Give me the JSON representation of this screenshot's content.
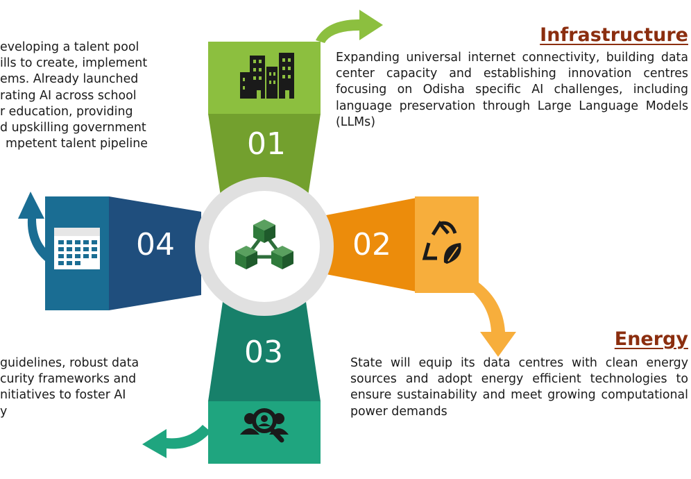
{
  "pillars": [
    {
      "number": "01",
      "title": "Infrastructure",
      "icon": "buildings-icon",
      "color": "#8cbf3f",
      "description": "Expanding universal internet connectivity, building data center capacity and establishing innovation centres focusing on Odisha specific AI challenges, including language preservation through Large Language Models (LLMs)"
    },
    {
      "number": "02",
      "title": "Energy",
      "icon": "recycle-leaf-icon",
      "color": "#f29b1d",
      "description": "State will equip its data centres with clean energy sources and adopt energy efficient technologies to ensure sustainability and meet growing computational power demands"
    },
    {
      "number": "03",
      "title": "",
      "icon": "people-search-icon",
      "color": "#1a8a6e",
      "description_lines": [
        " guidelines, robust data",
        "curity frameworks and",
        "nitiatives to foster AI",
        "y"
      ]
    },
    {
      "number": "04",
      "title": "",
      "icon": "calendar-icon",
      "color": "#1f6fa8",
      "description_lines": [
        "eveloping a talent pool",
        "ills to create, implement",
        "ems. Already launched",
        "rating AI across school",
        "r education, providing",
        "d upskilling government",
        "mpetent talent pipeline"
      ]
    }
  ],
  "center_icon": "network-cubes-icon"
}
